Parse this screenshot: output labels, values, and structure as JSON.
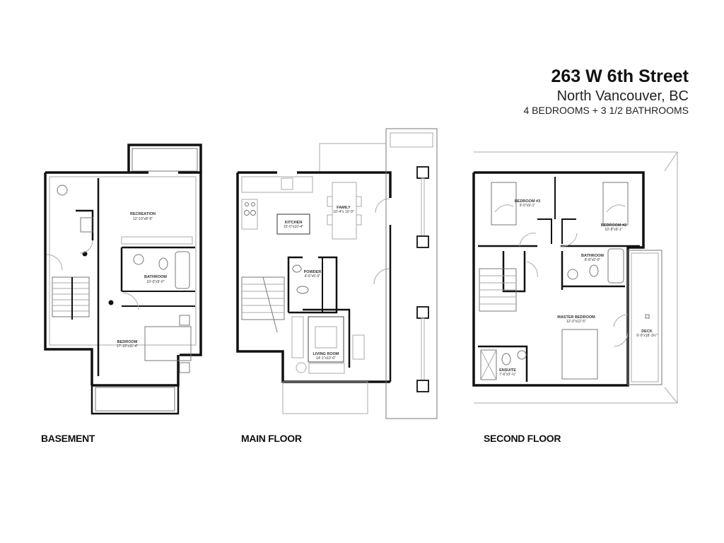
{
  "header": {
    "title": "263 W 6th Street",
    "city": "North Vancouver, BC",
    "summary": "4 BEDROOMS + 3 1/2 BATHROOMS"
  },
  "floors": [
    {
      "label": "BASEMENT",
      "rooms": [
        {
          "name": "RECREATION",
          "dims": "12'-10\"x8'-9\""
        },
        {
          "name": "BATHROOM",
          "dims": "10'-0\"x5'-0\""
        },
        {
          "name": "BEDROOM",
          "dims": "17'-10\"x11'-4\""
        }
      ]
    },
    {
      "label": "MAIN FLOOR",
      "rooms": [
        {
          "name": "FAMILY",
          "dims": "10'-4\"x 10'-9\""
        },
        {
          "name": "KITCHEN",
          "dims": "15'-0\"x10'-4\""
        },
        {
          "name": "POWDER",
          "dims": "4'-6\"x5'-0\""
        },
        {
          "name": "LIVING ROOM",
          "dims": "14'-1\"x10'-0\""
        }
      ]
    },
    {
      "label": "SECOND FLOOR",
      "rooms": [
        {
          "name": "BEDROOM #3",
          "dims": "9'-0\"x9'-1\""
        },
        {
          "name": "BEDROOM #2",
          "dims": "10'-8\"x9'-1\""
        },
        {
          "name": "BATHROOM",
          "dims": "8'-8\"x5'-0\""
        },
        {
          "name": "MASTER BEDROOM",
          "dims": "12'-0\"x12'-5\""
        },
        {
          "name": "ENSUITE",
          "dims": "7'-6\"x3'-½\""
        },
        {
          "name": "DECK",
          "dims": "6'-0\"x18'-3½\""
        }
      ]
    }
  ]
}
